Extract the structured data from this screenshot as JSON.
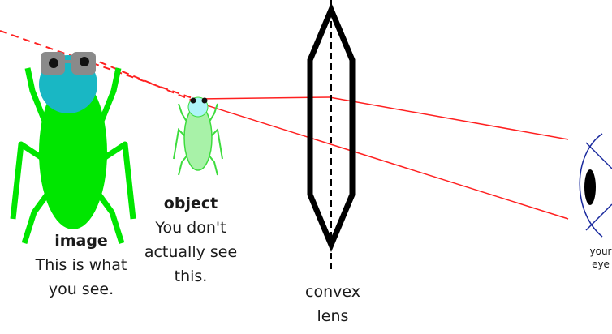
{
  "labels": {
    "image_title": "image",
    "image_line1": "This is what",
    "image_line2": "you see.",
    "object_title": "object",
    "object_line1": "You don't",
    "object_line2": "actually see",
    "object_line3": "this.",
    "lens_line1": "convex",
    "lens_line2": "lens",
    "eye_line1": "your",
    "eye_line2": "eye"
  },
  "colors": {
    "ray": "#ff2020",
    "image_body": "#00e600",
    "image_head": "#19b7c4",
    "object_body": "#a8f2a8",
    "object_legs": "#3ddc3d",
    "object_head": "#aef4f8",
    "eye_goggles": "#8a8a8a",
    "eye_outline": "#1a2a9e",
    "lens": "#000000"
  },
  "icons": [
    "bug-image-icon",
    "bug-object-icon",
    "convex-lens-icon",
    "eye-icon"
  ]
}
